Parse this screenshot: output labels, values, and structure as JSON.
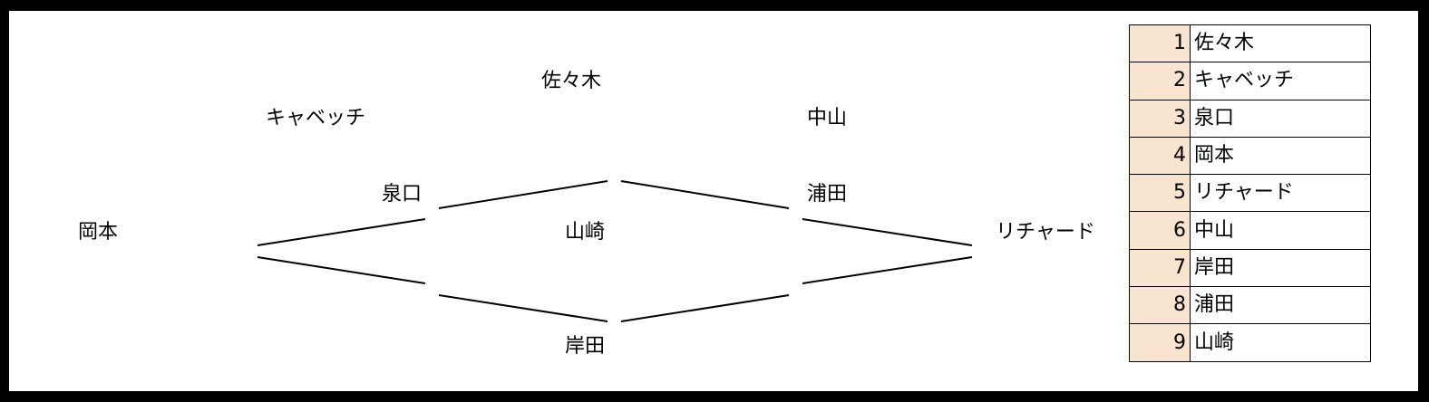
{
  "positions": {
    "top": "佐々木",
    "upper_left": "キャベッチ",
    "upper_right": "中山",
    "mid_left_inner": "泉口",
    "mid_right_inner": "浦田",
    "far_left": "岡本",
    "center": "山崎",
    "far_right": "リチャード",
    "bottom": "岸田"
  },
  "roster": [
    {
      "num": "1",
      "name": "佐々木"
    },
    {
      "num": "2",
      "name": "キャベッチ"
    },
    {
      "num": "3",
      "name": "泉口"
    },
    {
      "num": "4",
      "name": "岡本"
    },
    {
      "num": "5",
      "name": "リチャード"
    },
    {
      "num": "6",
      "name": "中山"
    },
    {
      "num": "7",
      "name": "岸田"
    },
    {
      "num": "8",
      "name": "浦田"
    },
    {
      "num": "9",
      "name": "山崎"
    }
  ],
  "colors": {
    "number_cell": "#f8e4cf",
    "frame": "#000000"
  }
}
